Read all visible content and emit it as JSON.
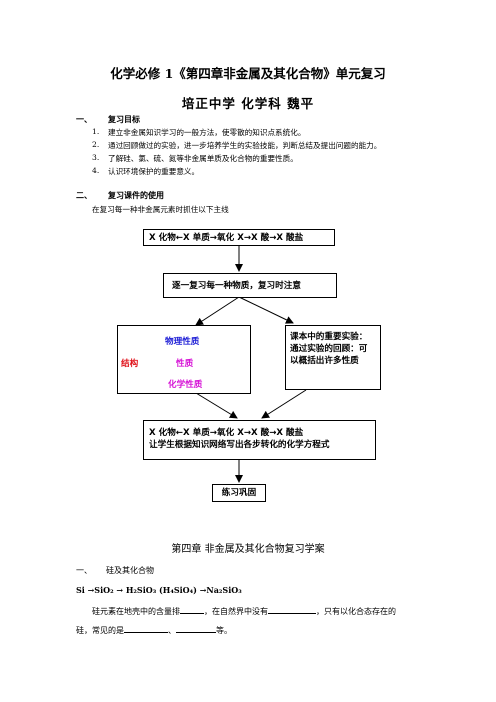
{
  "header": {
    "title": "化学必修 1《第四章非金属及其化合物》单元复习",
    "subtitle": "培正中学    化学科    魏平"
  },
  "section1": {
    "num": "一、",
    "heading": "复习目标",
    "items": [
      {
        "num": "1.",
        "text": "建立非金属知识学习的一般方法，使零散的知识点系统化。"
      },
      {
        "num": "2.",
        "text": "通过回顾做过的实验，进一步培养学生的实验技能，判断总结及提出问题的能力。"
      },
      {
        "num": "3.",
        "text": "了解硅、氯、硫、氮等非金属单质及化合物的重要性质。"
      },
      {
        "num": "4.",
        "text": "认识环境保护的重要意义。"
      }
    ]
  },
  "section2": {
    "num": "二、",
    "heading": "复习课件的使用",
    "intro": "在复习每一种非金属元素时抓住以下主线"
  },
  "flow": {
    "box1": "X 化物←X 单质→氧化 X→X 酸→X 酸盐",
    "box2": "逐一复习每一种物质，复习时注意",
    "box3": {
      "physical": "物理性质",
      "structure": "结构",
      "property": "性质",
      "chemical": "化学性质"
    },
    "box4": [
      "课本中的重要实验：",
      "通过实验的回顾：可",
      "以概括出许多性质"
    ],
    "box5": [
      "X 化物←X 单质→氧化 X→X 酸→X 酸盐",
      "让学生根据知识网络写出各步转化的化学方程式"
    ],
    "box6": "练习巩固"
  },
  "study": {
    "title": "第四章    非金属及其化合物复习学案",
    "section_num": "一、",
    "section_heading": "硅及其化合物",
    "chain": "Si →SiO₂ → H₂SiO₃ (H₄SiO₄) →Na₂SiO₃",
    "line1_a": "硅元素在地壳中的含量排",
    "line1_b": "，在自然界中没有",
    "line1_c": "，只有以化合态存在的",
    "line2_a": "硅，常见的是",
    "line2_b": "、",
    "line2_c": "等。"
  }
}
